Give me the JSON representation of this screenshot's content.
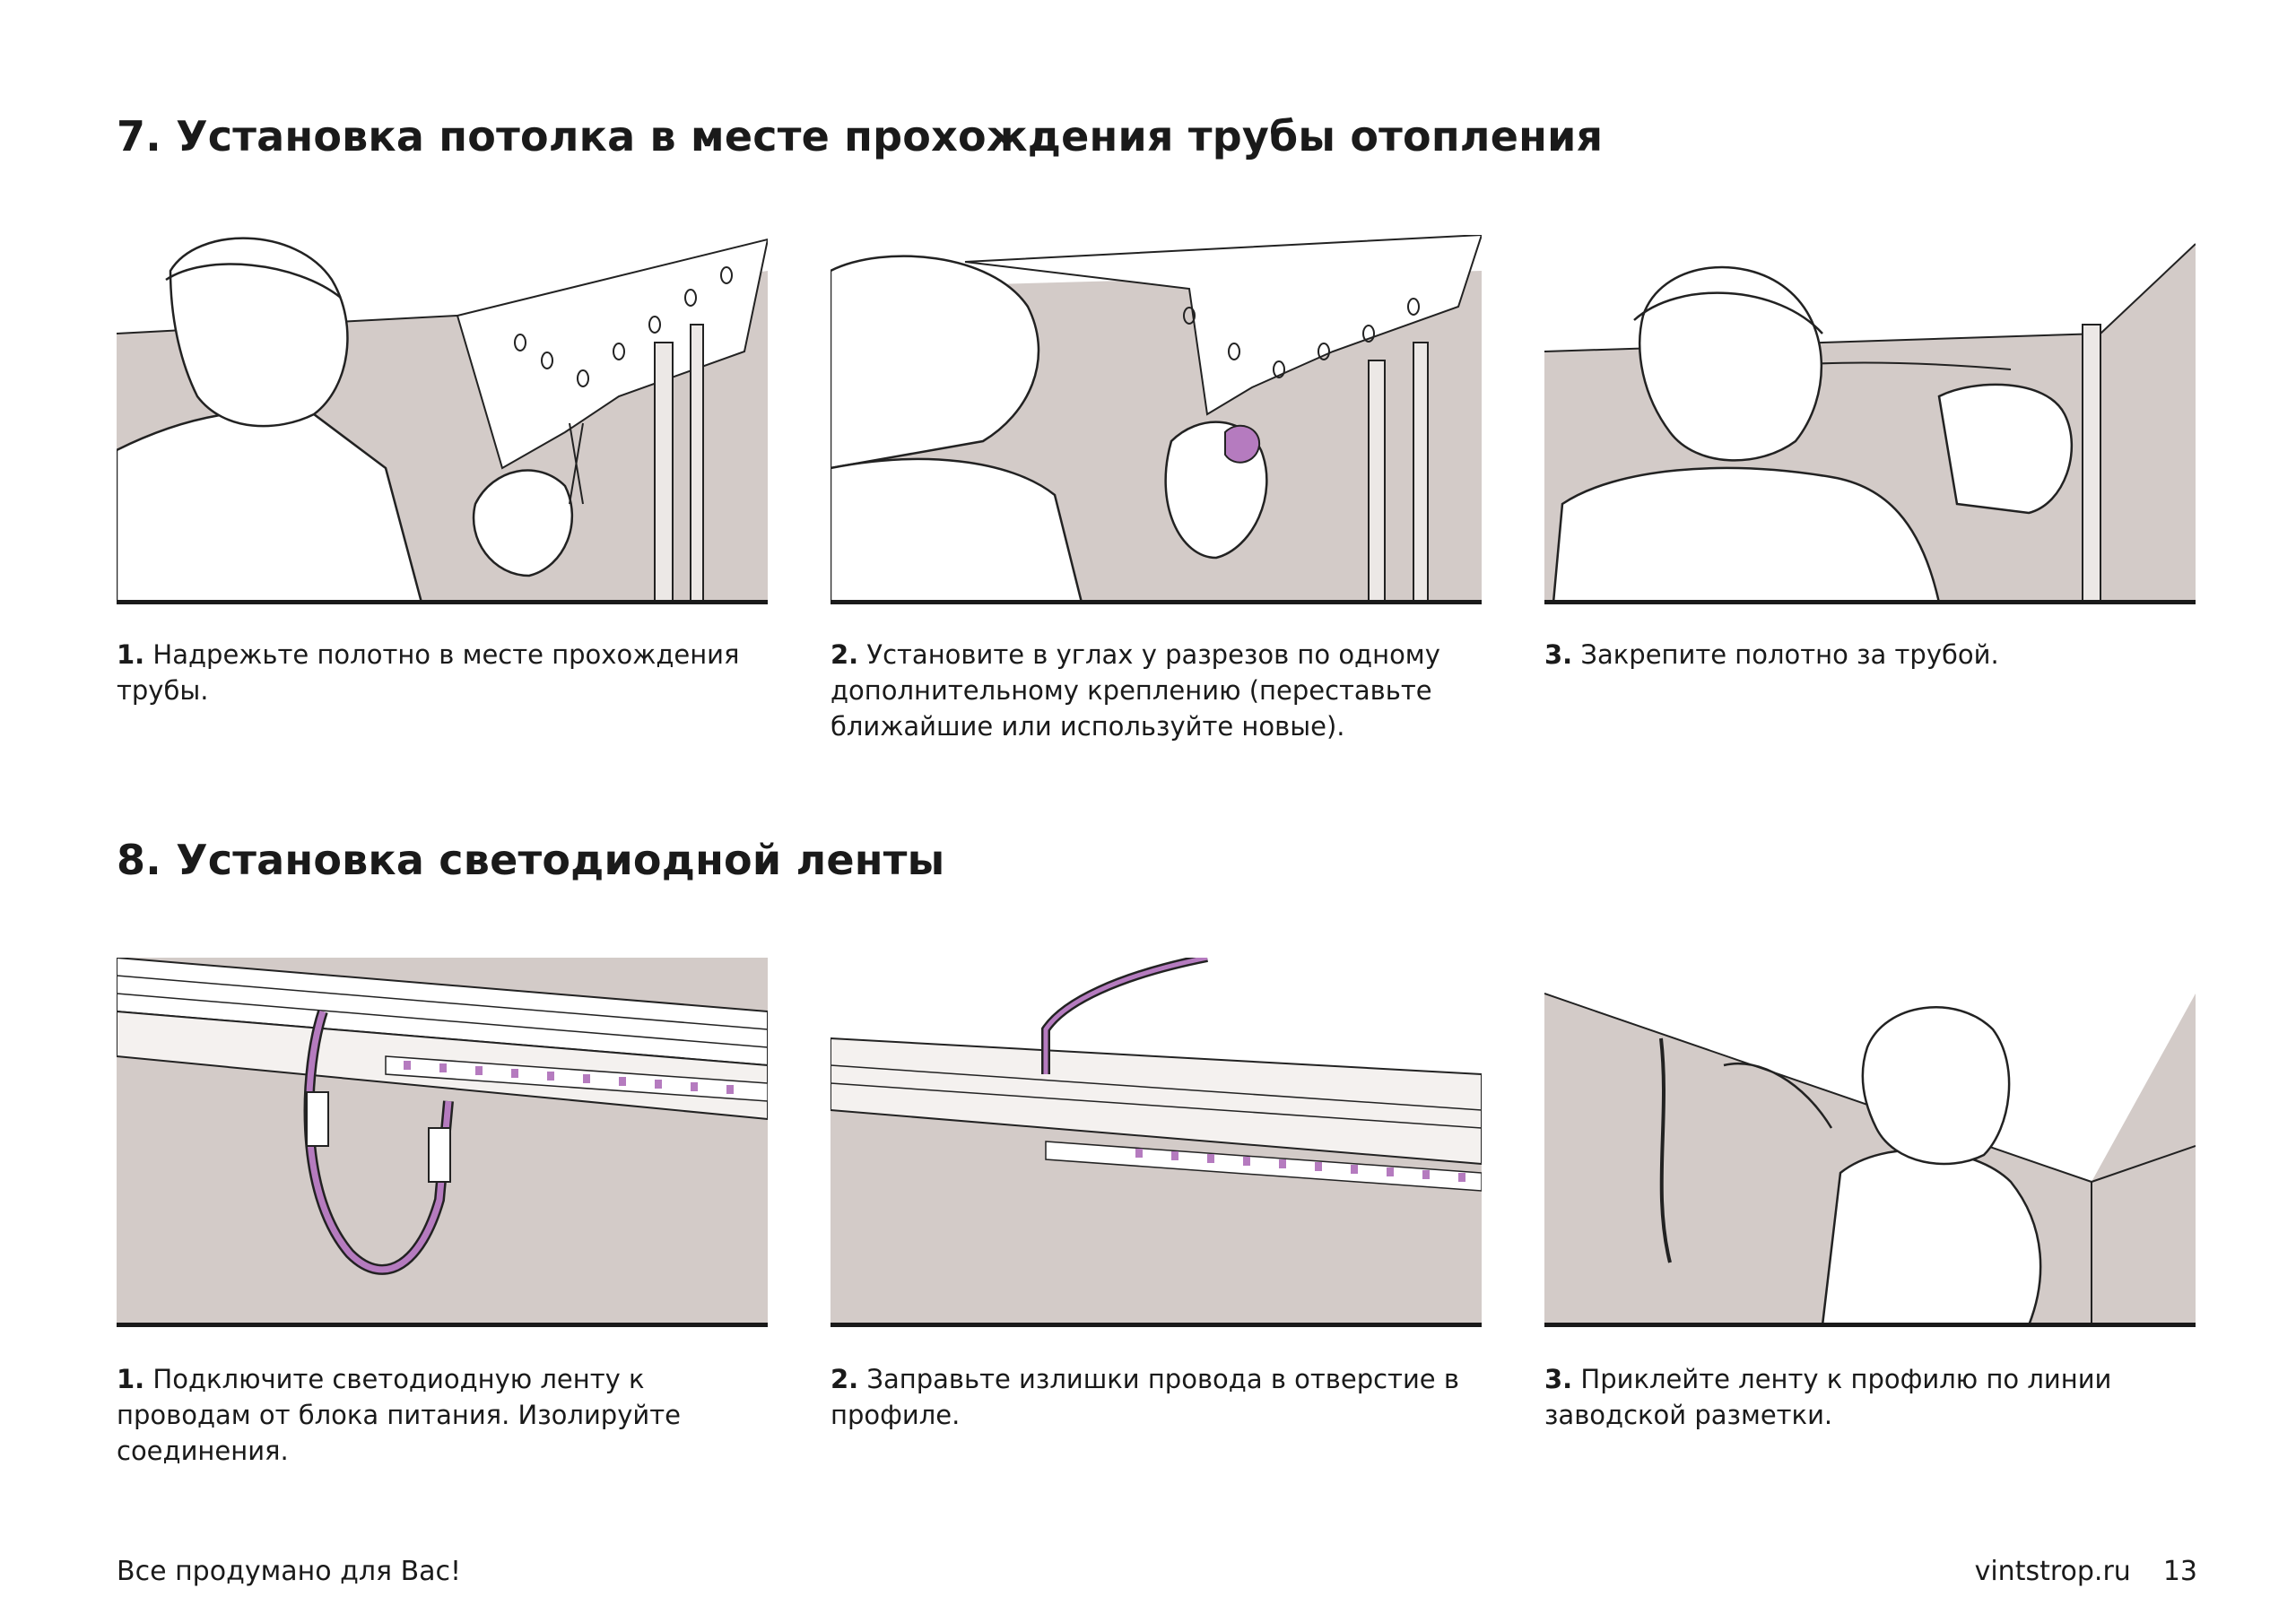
{
  "sections": [
    {
      "title": "7. Установка потолка в месте прохождения трубы отопления",
      "steps": [
        {
          "num": "1.",
          "text": " Надрежьте полотно в месте прохождения трубы."
        },
        {
          "num": "2.",
          "text": " Установите в углах у разрезов по одному дополнительному креплению (переставьте ближайшие или используйте новые)."
        },
        {
          "num": "3.",
          "text": " Закрепите полотно за трубой."
        }
      ]
    },
    {
      "title": "8. Установка светодиодной ленты",
      "steps": [
        {
          "num": "1.",
          "text": " Подключите светодиодную ленту к проводам от блока питания. Изолируйте соединения."
        },
        {
          "num": "2.",
          "text": " Заправьте излишки провода в отверстие в профиле."
        },
        {
          "num": "3.",
          "text": " Приклейте ленту к профилю по линии заводской разметки."
        }
      ]
    }
  ],
  "footer": {
    "tagline": "Все продумано для Вас!",
    "site": "vintstrop.ru",
    "page": "13"
  },
  "colors": {
    "wall": "#d3cbc8",
    "accent": "#b57bbf",
    "text": "#1a1a1a"
  }
}
